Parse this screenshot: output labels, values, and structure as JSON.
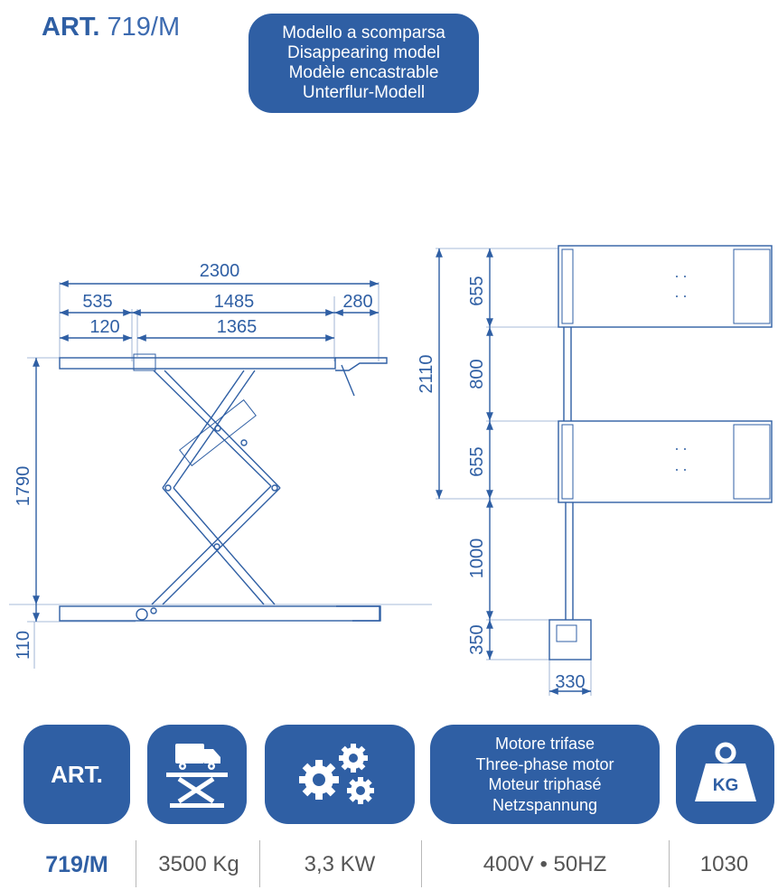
{
  "header": {
    "art_prefix": "ART.",
    "art_number": "719/M",
    "model_lines": [
      "Modello a scomparsa",
      "Disappearing model",
      "Modèle encastrable",
      "Unterflur-Modell"
    ]
  },
  "side_view": {
    "dims_horizontal": [
      "2300",
      "535",
      "1485",
      "280",
      "120",
      "1365"
    ],
    "dims_vertical": [
      "1790",
      "110"
    ]
  },
  "top_view": {
    "dims_vertical": [
      "2110",
      "655",
      "800",
      "655",
      "1000",
      "350"
    ],
    "dims_horizontal": [
      "330"
    ]
  },
  "icons": {
    "art_label": "ART.",
    "lift_icon": "lift-truck-icon",
    "power_icon": "gears-icon",
    "motor_lines": [
      "Motore trifase",
      "Three-phase motor",
      "Moteur triphasé",
      "Netzspannung"
    ],
    "weight_icon": "weight-kg-icon",
    "weight_label": "KG"
  },
  "specs": {
    "art": "719/M",
    "capacity": "3500 Kg",
    "power": "3,3 KW",
    "voltage": "400V • 50HZ",
    "weight": "1030"
  },
  "colors": {
    "brand": "#2f5fa4"
  }
}
